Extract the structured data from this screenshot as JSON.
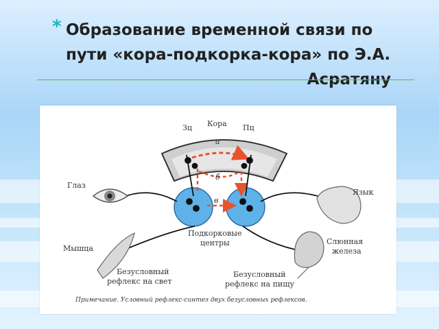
{
  "title": {
    "line1": "Образование временной связи по",
    "line2": "пути «кора-подкорка-кора» по Э.А.",
    "line3": "Асратяну"
  },
  "bullet": "*",
  "diagram": {
    "cortex": "Кора",
    "zc": "Зц",
    "pc": "Пц",
    "path_a": "а",
    "path_b": "б",
    "path_v": "в",
    "eye": "Глаз",
    "tongue": "Язык",
    "muscle": "Мышца",
    "gland_1": "Слюнная",
    "gland_2": "железа",
    "subcortex_1": "Подкорковые",
    "subcortex_2": "центры",
    "reflex_light_1": "Безусловный",
    "reflex_light_2": "рефлекс на свет",
    "reflex_food_1": "Безусловный",
    "reflex_food_2": "рефлекс на пищу",
    "note": "Примечание. Условный рефлекс-синтез двух безусловных рефлексов."
  },
  "colors": {
    "accent": "#19b4c6",
    "rule": "#55b85a",
    "path": "#e8532a",
    "subcortex": "#5fb2e8"
  }
}
